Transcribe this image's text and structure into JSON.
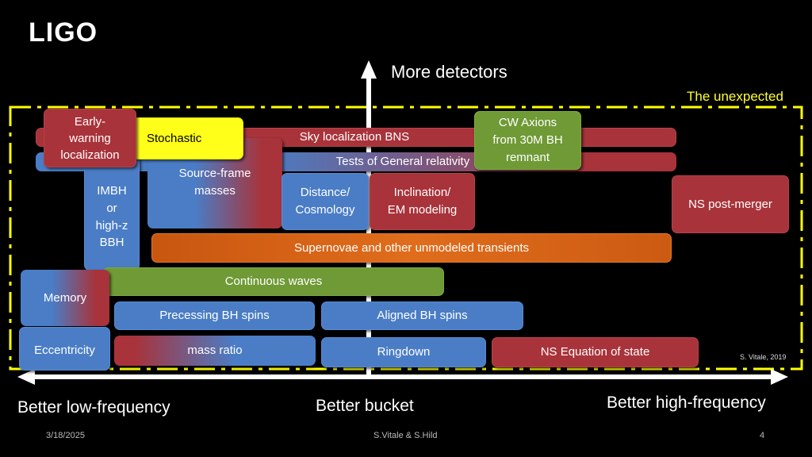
{
  "logo": "LIGO",
  "unexpected_label": "The unexpected",
  "axis": {
    "up_label": "More detectors",
    "left_label": "Better low-frequency",
    "center_label": "Better bucket",
    "right_label": "Better high-frequency"
  },
  "boxes": {
    "early_warning": "Early-\nwarning\nlocalization",
    "stochastic": "Stochastic",
    "sky_localization": "Sky localization BNS",
    "cw_axions": "CW Axions\nfrom 30M BH\nremnant",
    "tests_gr": "Tests of General relativity",
    "imbh": "IMBH\nor\nhigh-z\nBBH",
    "source_frame": "Source-frame\nmasses",
    "distance": "Distance/\nCosmology",
    "inclination": "Inclination/\nEM modeling",
    "ns_post_merger": "NS post-merger",
    "supernovae": "Supernovae and other unmodeled transients",
    "continuous_waves": "Continuous waves",
    "memory": "Memory",
    "precessing": "Precessing BH spins",
    "aligned": "Aligned BH spins",
    "eccentricity": "Eccentricity",
    "mass_ratio": "mass ratio",
    "ringdown": "Ringdown",
    "ns_eos": "NS Equation of state"
  },
  "credit": "S. Vitale, 2019",
  "footer": {
    "date": "3/18/2025",
    "authors": "S.Vitale & S.Hild",
    "page": "4"
  },
  "colors": {
    "blue": "#4a7dc6",
    "red": "#a8333a",
    "green": "#6f9a35",
    "orange": "#e06d1c",
    "yellow": "#ffff1a",
    "dashed_border": "#ffff00"
  }
}
